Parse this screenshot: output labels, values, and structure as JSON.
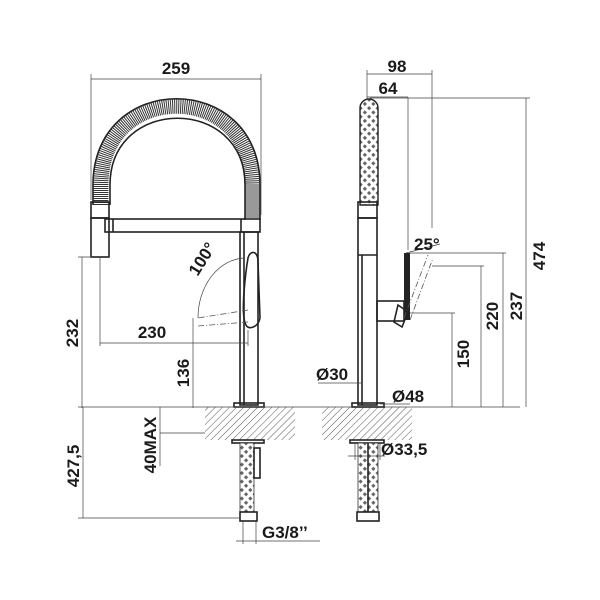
{
  "drawing": {
    "front_view": {
      "width_total": "259",
      "spout_reach": "230",
      "spout_height": "232",
      "lever_angle": "100°",
      "lever_height": "136",
      "counter_thickness": "40MAX",
      "under_counter_length": "427,5",
      "connection": "G3/8’’"
    },
    "side_view": {
      "depth_total": "98",
      "depth_lever": "64",
      "lever_angle": "25°",
      "height_total": "474",
      "height_lever_top": "237",
      "height_lever_tilt": "220",
      "height_lever_pivot": "150",
      "column_diameter": "Ø30",
      "base_diameter": "Ø48",
      "shank_diameter": "Ø33,5"
    }
  }
}
